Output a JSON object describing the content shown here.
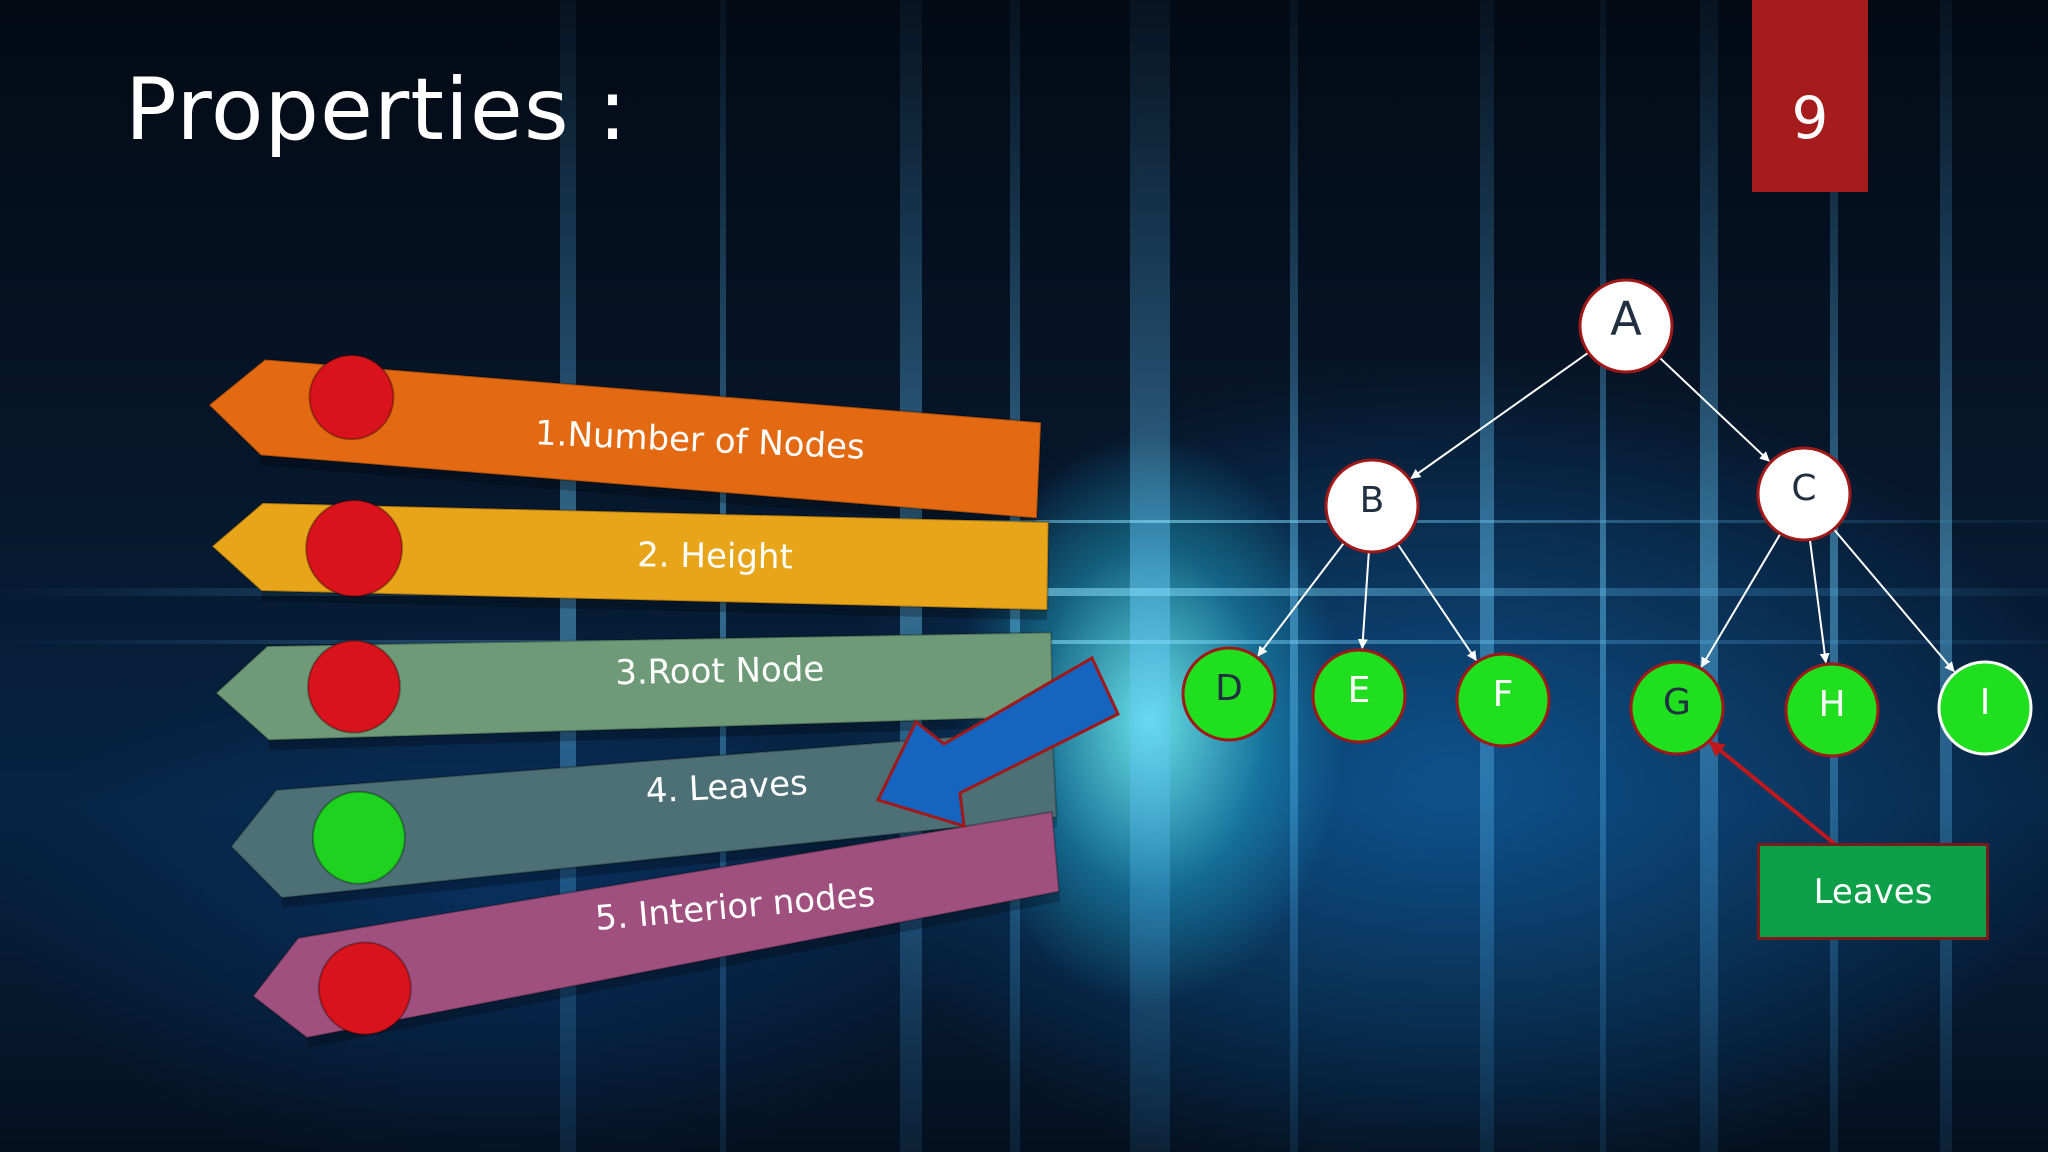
{
  "slide": {
    "title": "Properties :",
    "page_number": "9"
  },
  "properties_list": {
    "items": [
      {
        "label": "1.Number of Nodes",
        "band_color": "#e36a12",
        "dot_color": "#d9131c"
      },
      {
        "label": "2. Height",
        "band_color": "#e8a51a",
        "dot_color": "#d9131c"
      },
      {
        "label": "3.Root Node",
        "band_color": "#6e9a78",
        "dot_color": "#d9131c"
      },
      {
        "label": "4. Leaves",
        "band_color": "#4c7076",
        "dot_color": "#1fd21f"
      },
      {
        "label": "5. Interior nodes",
        "band_color": "#a0507e",
        "dot_color": "#d9131c"
      }
    ]
  },
  "pointer_arrow": {
    "color": "#1565c0",
    "outline": "#a01818"
  },
  "tree": {
    "nodes": [
      {
        "id": "A",
        "label": "A",
        "fill": "#ffffff",
        "stroke": "#a01818",
        "text_color": "#203040"
      },
      {
        "id": "B",
        "label": "B",
        "fill": "#ffffff",
        "stroke": "#a01818",
        "text_color": "#203040"
      },
      {
        "id": "C",
        "label": "C",
        "fill": "#ffffff",
        "stroke": "#a01818",
        "text_color": "#203040"
      },
      {
        "id": "D",
        "label": "D",
        "fill": "#1fdf1f",
        "stroke": "#a01818",
        "text_color": "#203040"
      },
      {
        "id": "E",
        "label": "E",
        "fill": "#1fdf1f",
        "stroke": "#a01818",
        "text_color": "#ffffff"
      },
      {
        "id": "F",
        "label": "F",
        "fill": "#1fdf1f",
        "stroke": "#a01818",
        "text_color": "#ffffff"
      },
      {
        "id": "G",
        "label": "G",
        "fill": "#1fdf1f",
        "stroke": "#a01818",
        "text_color": "#203040"
      },
      {
        "id": "H",
        "label": "H",
        "fill": "#1fdf1f",
        "stroke": "#a01818",
        "text_color": "#ffffff"
      },
      {
        "id": "I",
        "label": "I",
        "fill": "#1fdf1f",
        "stroke": "#ffffff",
        "text_color": "#ffffff"
      }
    ],
    "edges": [
      [
        "A",
        "B"
      ],
      [
        "A",
        "C"
      ],
      [
        "B",
        "D"
      ],
      [
        "B",
        "E"
      ],
      [
        "B",
        "F"
      ],
      [
        "C",
        "G"
      ],
      [
        "C",
        "H"
      ],
      [
        "C",
        "I"
      ]
    ]
  },
  "leaves_callout": {
    "label": "Leaves",
    "points_to": "G"
  }
}
